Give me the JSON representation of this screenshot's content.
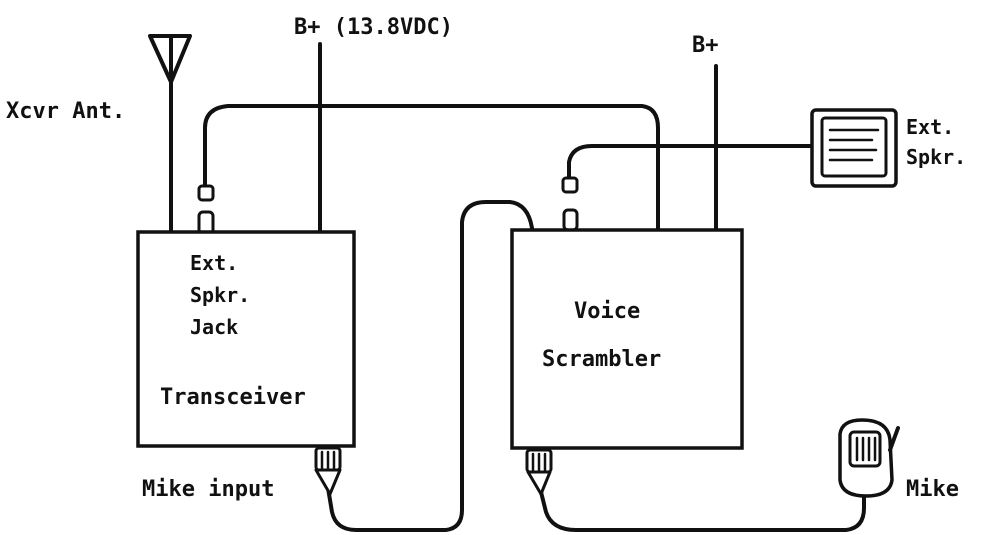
{
  "labels": {
    "antenna": "Xcvr Ant.",
    "bplus_left": "B+ (13.8VDC)",
    "bplus_right": "B+",
    "ext_spkr_line1": "Ext.",
    "ext_spkr_line2": "Spkr.",
    "jack_line1": "Ext.",
    "jack_line2": "Spkr.",
    "jack_line3": "Jack",
    "transceiver": "Transceiver",
    "scrambler_line1": "Voice",
    "scrambler_line2": "Scrambler",
    "mike_input": "Mike input",
    "mike": "Mike"
  }
}
